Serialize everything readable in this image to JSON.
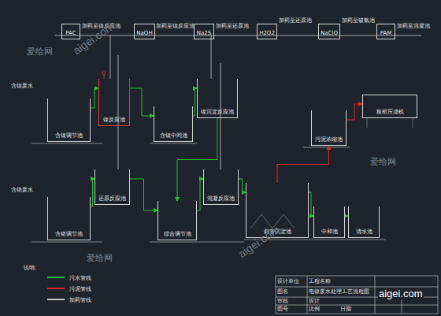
{
  "diagram": {
    "nodes": [
      {
        "text": [
          "PAC"
        ]
      },
      {
        "text": [
          "NaOH"
        ]
      },
      {
        "text": [
          "Na2S"
        ]
      },
      {
        "text": [
          "H2O2"
        ]
      },
      {
        "text": [
          "NaClO"
        ]
      },
      {
        "text": [
          "PAM"
        ]
      },
      {
        "text": [
          "含镍调节池"
        ]
      },
      {
        "text": [
          "镍反应池"
        ]
      },
      {
        "text": [
          "含镍中间池"
        ]
      },
      {
        "text": [
          "镍沉淀反应池"
        ]
      },
      {
        "text": [
          "污泥浓缩池"
        ]
      },
      {
        "text": [
          "板框压滤机"
        ]
      },
      {
        "text": [
          "含铬调节池"
        ]
      },
      {
        "text": [
          "还原反应池"
        ]
      },
      {
        "text": [
          "综合调节池"
        ]
      },
      {
        "text": [
          "混凝反应池"
        ]
      },
      {
        "text": [
          "斜管沉淀池"
        ]
      },
      {
        "text": [
          "中和池"
        ]
      },
      {
        "text": [
          "清水池"
        ]
      }
    ],
    "edges": [
      {
        "from": 6,
        "to": 7,
        "arrow": "to"
      },
      {
        "from": 7,
        "to": 8,
        "arrow": "to"
      },
      {
        "from": 8,
        "to": 9,
        "arrow": "to"
      },
      {
        "from": 9,
        "to": 14,
        "arrow": "to"
      },
      {
        "from": 12,
        "to": 13,
        "arrow": "to"
      },
      {
        "from": 13,
        "to": 14,
        "arrow": "to"
      },
      {
        "from": 14,
        "to": 15,
        "arrow": "to"
      },
      {
        "from": 15,
        "to": 16,
        "arrow": "to"
      },
      {
        "from": 16,
        "to": 17,
        "arrow": "to"
      },
      {
        "from": 17,
        "to": 18,
        "arrow": "to"
      },
      {
        "from": 16,
        "to": 10,
        "arrow": "to"
      },
      {
        "from": 10,
        "to": 11,
        "arrow": "to"
      }
    ],
    "labels": [
      "含镍废水",
      "含铬废水",
      "加药至镍反应池",
      "加药至镍反应池",
      "加药至还原池",
      "加药至还原池",
      "加药至破氰池",
      "加药至混凝池",
      "说明:",
      "设计单位",
      "工程名称",
      "电镀废水处理工艺流程图",
      "图名",
      "比例",
      "日期",
      "图号",
      "审核",
      "设计",
      "爱给网",
      "爱给网",
      "aigei.com",
      "aigei.com",
      "aigei.com",
      "爱给网"
    ],
    "legend": [
      {
        "text": "污水管线",
        "color": "#22c02a"
      },
      {
        "text": "污泥管线",
        "color": "#e02828"
      },
      {
        "text": "加药管线",
        "color": "#c8c8c8"
      }
    ]
  }
}
